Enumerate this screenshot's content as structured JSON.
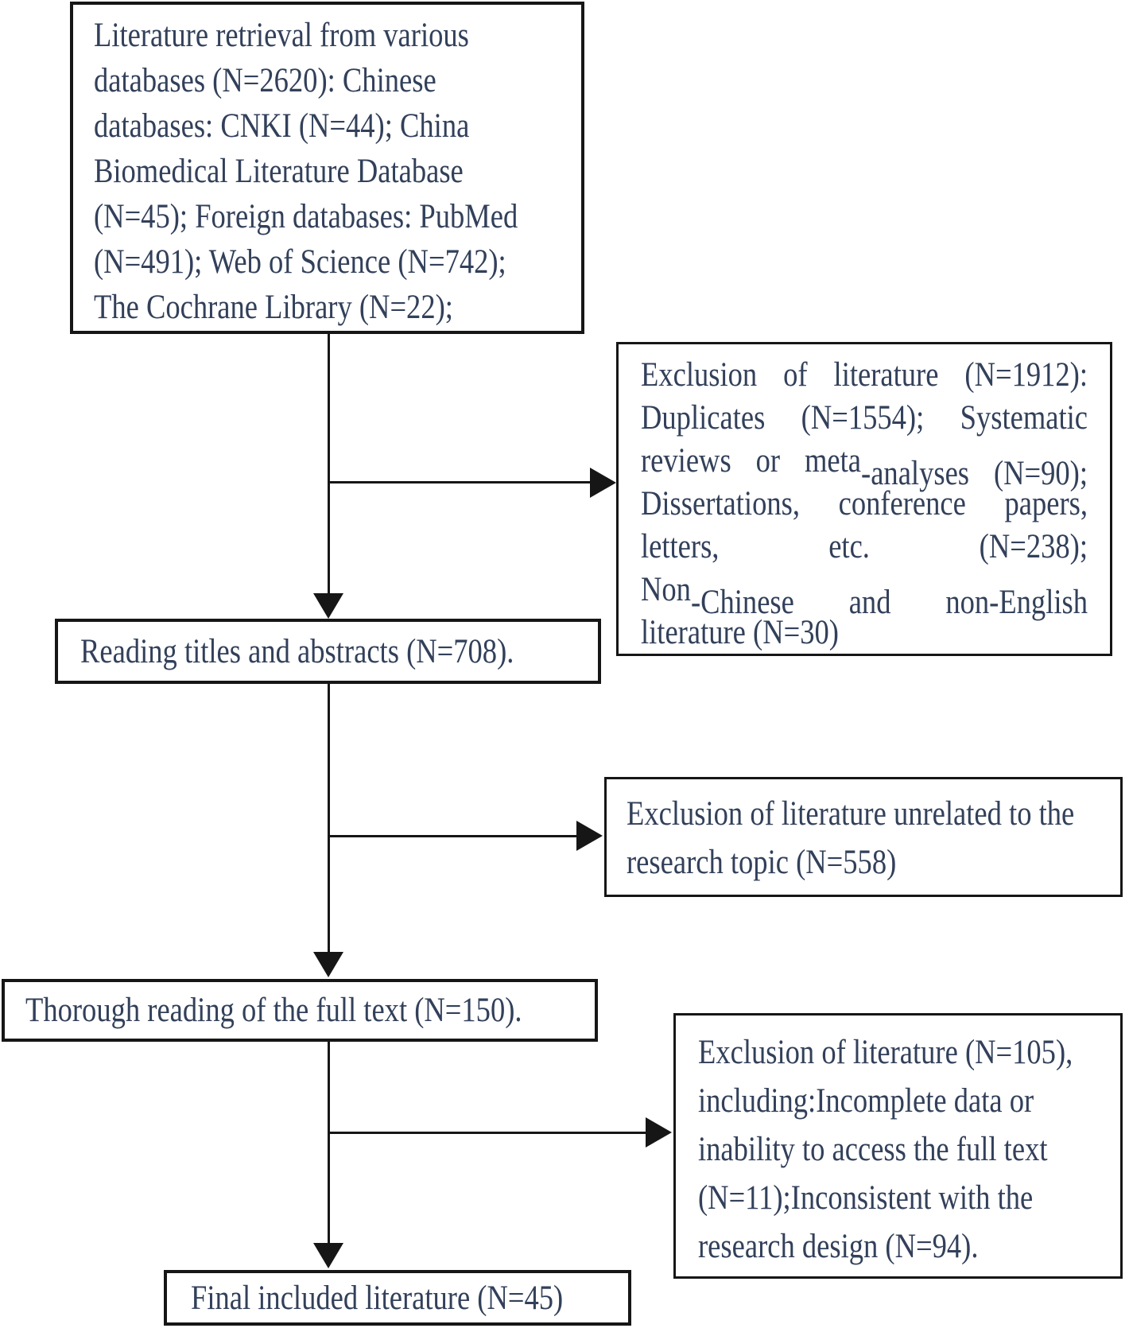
{
  "colors": {
    "text": "#32405a",
    "line": "#161616",
    "background": "#ffffff"
  },
  "flowchart": {
    "retrieval": {
      "lines": [
        "Literature retrieval from various",
        "databases (N=2620): Chinese",
        "databases: CNKI (N=44); China",
        "Biomedical Literature Database",
        "(N=45); Foreign databases: PubMed",
        "(N=491); Web of Science (N=742);",
        "The Cochrane Library (N=22);"
      ]
    },
    "exclusion_initial": {
      "l1": "Exclusion of literature (N=1912):",
      "l2": "Duplicates (N=1554); Systematic",
      "l3_normal": "reviews or meta",
      "l3_shifted": "-analyses (N=90);",
      "l4": "Dissertations, conference papers,",
      "l5": "letters, etc. (N=238);",
      "l6_normal": "Non",
      "l6_shifted": "-Chinese and non-English",
      "l7": "literature (N=30)"
    },
    "reading": {
      "label": "Reading titles and abstracts (N=708)."
    },
    "exclusion_unrelated": {
      "l1": "Exclusion of literature unrelated to the",
      "l2": "research topic (N=558)"
    },
    "thorough": {
      "label": "Thorough reading of the full text (N=150)."
    },
    "exclusion_fulltext": {
      "l1": "Exclusion of literature (N=105),",
      "l2": "including:Incomplete data or",
      "l3": "inability to access the full text",
      "l4": "(N=11);Inconsistent with the",
      "l5": "research design (N=94)."
    },
    "final": {
      "label": "Final included literature (N=45)"
    }
  }
}
